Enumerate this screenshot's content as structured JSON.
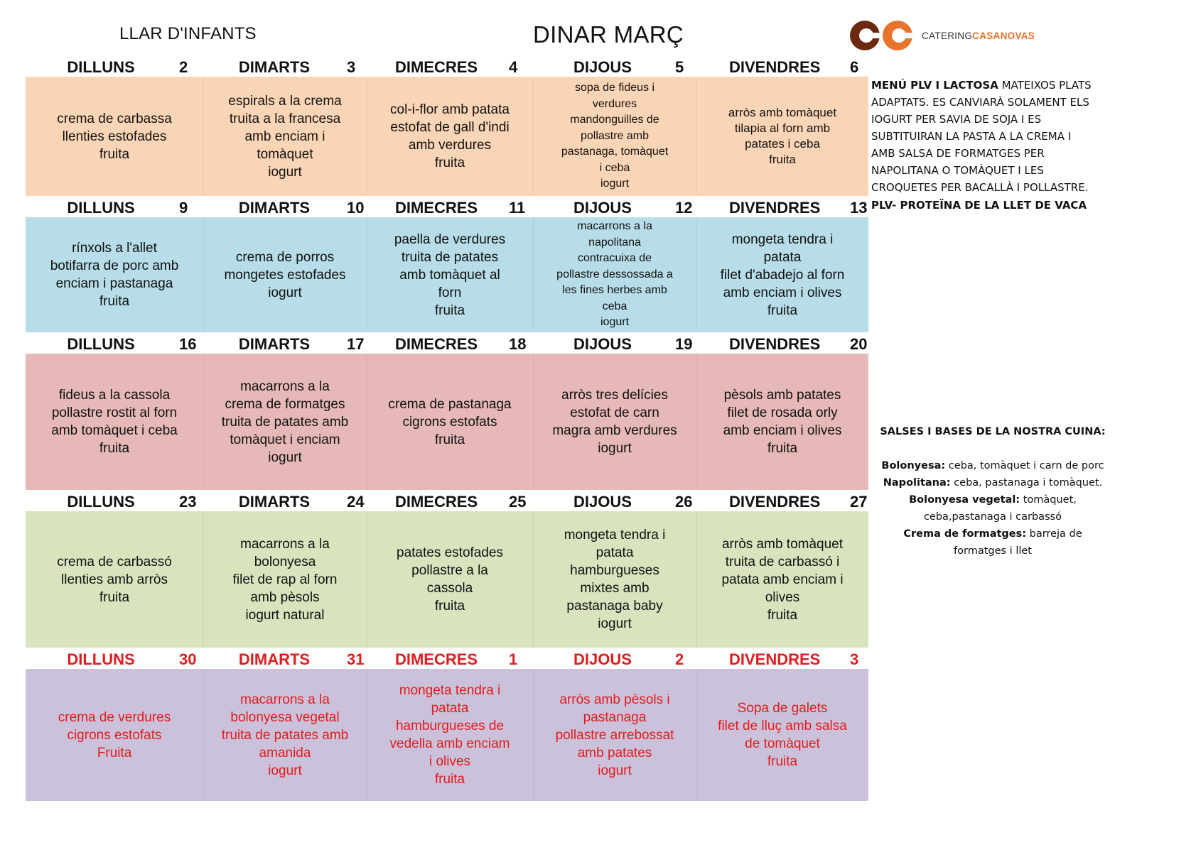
{
  "header": {
    "school": "LLAR D'INFANTS",
    "title": "DINAR MARÇ",
    "logo": {
      "text_plain": "CATERING",
      "text_brand": "CASANOVAS",
      "color_brown": "#6b2a10",
      "color_orange": "#e8732a"
    }
  },
  "weeks": [
    {
      "color": "#fbd5b5",
      "days": [
        {
          "name": "DILLUNS",
          "num": "2",
          "lines": [
            "crema de carbassa",
            "llenties estofades",
            "fruita"
          ]
        },
        {
          "name": "DIMARTS",
          "num": "3",
          "lines": [
            "espirals a la crema",
            "truita a la francesa",
            "amb enciam i",
            "tomàquet",
            "iogurt"
          ]
        },
        {
          "name": "DIMECRES",
          "num": "4",
          "lines": [
            "col-i-flor amb patata",
            "estofat de gall d'indi",
            "amb verdures",
            "fruita"
          ]
        },
        {
          "name": "DIJOUS",
          "num": "5",
          "lines": [
            "sopa de fideus i",
            "verdures",
            "mandonguilles de",
            "pollastre amb",
            "pastanaga, tomàquet",
            "i ceba",
            "iogurt"
          ]
        },
        {
          "name": "DIVENDRES",
          "num": "6",
          "lines": [
            "arròs amb tomàquet",
            "tilapia al forn amb",
            "patates i ceba",
            "fruita"
          ]
        }
      ]
    },
    {
      "color": "#b7dde8",
      "days": [
        {
          "name": "DILLUNS",
          "num": "9",
          "lines": [
            "rínxols a l'allet",
            "botifarra  de porc amb",
            "enciam i pastanaga",
            "fruita"
          ]
        },
        {
          "name": "DIMARTS",
          "num": "10",
          "lines": [
            "crema de porros",
            "mongetes estofades",
            "iogurt"
          ]
        },
        {
          "name": "DIMECRES",
          "num": "11",
          "lines": [
            "paella de verdures",
            "truita de patates",
            "amb tomàquet al",
            "forn",
            "fruita"
          ]
        },
        {
          "name": "DIJOUS",
          "num": "12",
          "lines": [
            "macarrons a la",
            "napolitana",
            "contracuixa de",
            "pollastre dessossada a",
            "les fines herbes amb",
            "ceba",
            "iogurt"
          ]
        },
        {
          "name": "DIVENDRES",
          "num": "13",
          "lines": [
            "mongeta tendra i",
            "patata",
            "filet d'abadejo al forn",
            "amb enciam  i olives",
            "fruita"
          ]
        }
      ]
    },
    {
      "color": "#e6b9b8",
      "days": [
        {
          "name": "DILLUNS",
          "num": "16",
          "lines": [
            "fideus a la cassola",
            "pollastre rostit al forn",
            "amb tomàquet i ceba",
            "fruita"
          ]
        },
        {
          "name": "DIMARTS",
          "num": "17",
          "lines": [
            "macarrons a la",
            "crema de formatges",
            "truita de patates amb",
            "tomàquet i enciam",
            "iogurt"
          ]
        },
        {
          "name": "DIMECRES",
          "num": "18",
          "lines": [
            "crema de pastanaga",
            "cigrons estofats",
            "fruita"
          ]
        },
        {
          "name": "DIJOUS",
          "num": "19",
          "lines": [
            "arròs tres delícies",
            "estofat de carn",
            "magra amb verdures",
            "iogurt"
          ]
        },
        {
          "name": "DIVENDRES",
          "num": "20",
          "lines": [
            "pèsols amb patates",
            "filet de rosada orly",
            "amb  enciam i olives",
            "fruita"
          ]
        }
      ]
    },
    {
      "color": "#d7e4bd",
      "days": [
        {
          "name": "DILLUNS",
          "num": "23",
          "lines": [
            "crema de carbassó",
            "llenties amb arròs",
            "fruita"
          ]
        },
        {
          "name": "DIMARTS",
          "num": "24",
          "lines": [
            "macarrons a la",
            "bolonyesa",
            "filet de rap al forn",
            "amb pèsols",
            "iogurt natural"
          ]
        },
        {
          "name": "DIMECRES",
          "num": "25",
          "lines": [
            "patates estofades",
            "pollastre a la",
            "cassola",
            "fruita"
          ]
        },
        {
          "name": "DIJOUS",
          "num": "26",
          "lines": [
            "mongeta tendra i",
            "patata",
            "hamburgueses",
            "mixtes  amb",
            "pastanaga baby",
            "iogurt"
          ]
        },
        {
          "name": "DIVENDRES",
          "num": "27",
          "lines": [
            "arròs amb tomàquet",
            "truita de carbassó i",
            "patata amb enciam i",
            "olives",
            "fruita"
          ]
        }
      ]
    },
    {
      "color": "#ccc1da",
      "red": true,
      "days": [
        {
          "name": "DILLUNS",
          "num": "30",
          "lines": [
            "crema de verdures",
            "cigrons estofats",
            "Fruita"
          ]
        },
        {
          "name": "DIMARTS",
          "num": "31",
          "lines": [
            "macarrons a la",
            "bolonyesa vegetal",
            "truita de patates amb",
            "amanida",
            "iogurt"
          ]
        },
        {
          "name": "DIMECRES",
          "num": "1",
          "lines": [
            "mongeta tendra i",
            "patata",
            "hamburgueses de",
            "vedella amb enciam",
            "i olives",
            "fruita"
          ]
        },
        {
          "name": "DIJOUS",
          "num": "2",
          "lines": [
            "arròs amb pèsols i",
            "pastanaga",
            "pollastre arrebossat",
            "amb patates",
            "iogurt"
          ]
        },
        {
          "name": "DIVENDRES",
          "num": "3",
          "lines": [
            "Sopa de galets",
            "filet de lluç amb salsa",
            "de tomàquet",
            "fruita"
          ]
        }
      ]
    }
  ],
  "notes": {
    "menu_title": "MENÚ PLV I LACTOSA",
    "menu_lines": [
      " MATEIXOS PLATS",
      "ADAPTATS. ES CANVIARÀ SOLAMENT ELS",
      "IOGURT PER SAVIA DE SOJA  I ES",
      "SUBTITUIRAN LA PASTA A LA CREMA  I",
      "AMB SALSA  DE FORMATGES  PER",
      "NAPOLITANA O TOMÀQUET I LES",
      "CROQUETES PER BACALLÀ I POLLASTRE."
    ],
    "plv": "PLV- PROTEÏNA DE LA LLET DE VACA",
    "sauces_title": "SALSES I BASES DE LA NOSTRA CUINA:",
    "sauces": [
      {
        "name": "Bolonyesa:",
        "desc": " ceba, tomàquet i carn de porc"
      },
      {
        "name": "Napolitana:",
        "desc": " ceba, pastanaga  i tomàquet."
      },
      {
        "name": "Bolonyesa vegetal:",
        "desc": " tomàquet,"
      },
      {
        "name": "",
        "desc": "ceba,pastanaga i carbassó"
      },
      {
        "name": "Crema de formatges:",
        "desc": " barreja de"
      },
      {
        "name": "",
        "desc": "formatges i llet"
      }
    ]
  }
}
